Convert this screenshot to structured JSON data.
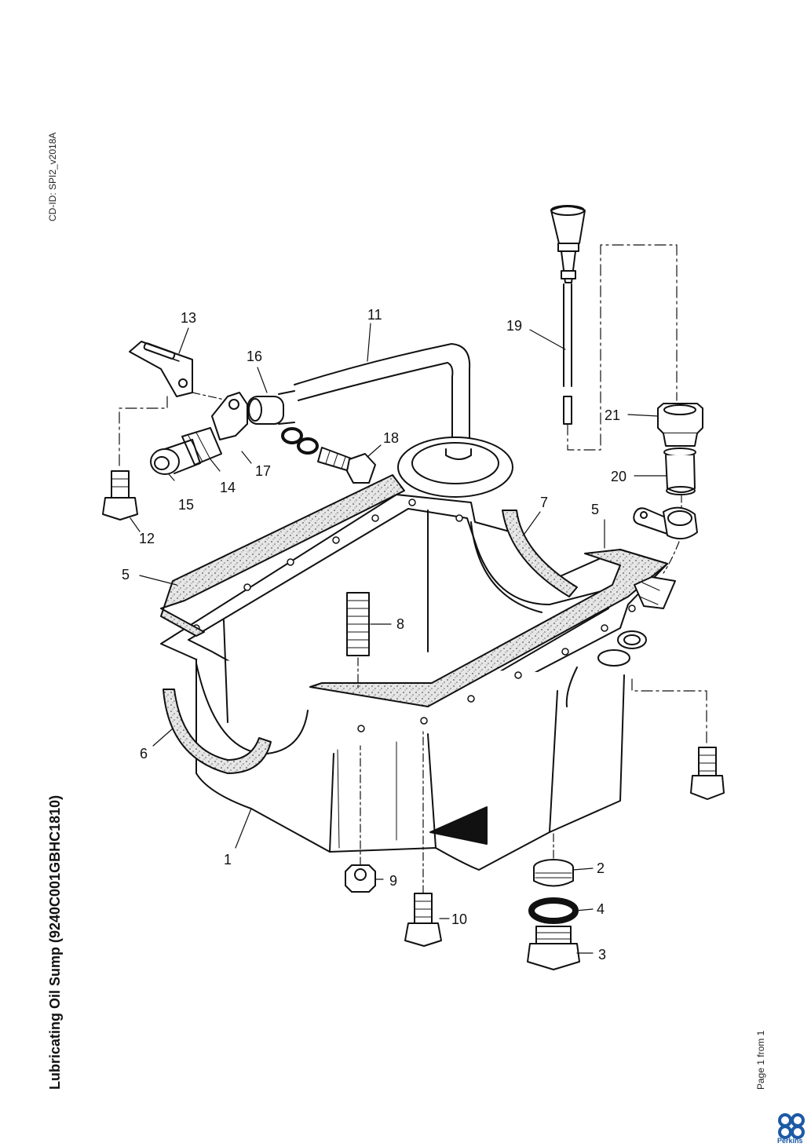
{
  "header": {
    "cd_id": "CD-ID: SPI2_v2018A",
    "title": "Lubricating Oil Sump (9240C001GBHC1810)",
    "page_info": "Page 1 from 1",
    "brand": "Perkins"
  },
  "colors": {
    "brand": "#1b5aa6",
    "ink": "#111111",
    "gasket": "#d9d9d9"
  },
  "callouts": [
    {
      "id": "1",
      "label": "1"
    },
    {
      "id": "2",
      "label": "2"
    },
    {
      "id": "3",
      "label": "3"
    },
    {
      "id": "4",
      "label": "4"
    },
    {
      "id": "5a",
      "label": "5"
    },
    {
      "id": "5b",
      "label": "5"
    },
    {
      "id": "6",
      "label": "6"
    },
    {
      "id": "7",
      "label": "7"
    },
    {
      "id": "8",
      "label": "8"
    },
    {
      "id": "9",
      "label": "9"
    },
    {
      "id": "10",
      "label": "10"
    },
    {
      "id": "11",
      "label": "11"
    },
    {
      "id": "12",
      "label": "12"
    },
    {
      "id": "13",
      "label": "13"
    },
    {
      "id": "14",
      "label": "14"
    },
    {
      "id": "15",
      "label": "15"
    },
    {
      "id": "16",
      "label": "16"
    },
    {
      "id": "17",
      "label": "17"
    },
    {
      "id": "18",
      "label": "18"
    },
    {
      "id": "19",
      "label": "19"
    },
    {
      "id": "20",
      "label": "20"
    },
    {
      "id": "21",
      "label": "21"
    }
  ]
}
